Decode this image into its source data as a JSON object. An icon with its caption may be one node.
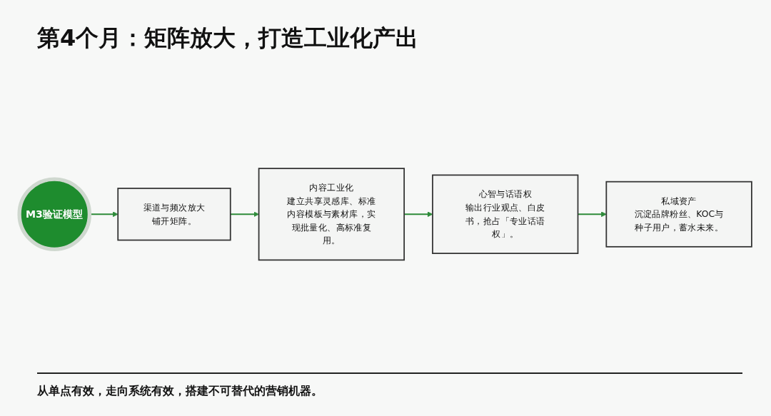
{
  "diagram": {
    "title": "第4个月：矩阵放大，打造工业化产出",
    "caption": "从单点有效，走向系统有效，搭建不可替代的营销机器。",
    "nodes": [
      {
        "text": [
          "M3验证模型"
        ]
      },
      {
        "text": [
          "渠道与频次放大",
          "铺开矩阵。"
        ]
      },
      {
        "text": [
          "内容工业化",
          "建立共享灵感库、标准内容模板与素材库，实现批量化、高标准复用。"
        ]
      },
      {
        "text": [
          "心智与话语权",
          "输出行业观点、白皮书，抢占「专业话语权」。"
        ]
      },
      {
        "text": [
          "私域资产",
          "沉淀品牌粉丝、KOC与种子用户，蓄水未来。"
        ]
      }
    ],
    "edges": [
      {
        "from": 0,
        "to": 1,
        "arrow": "to"
      },
      {
        "from": 1,
        "to": 2,
        "arrow": "to"
      },
      {
        "from": 2,
        "to": 3,
        "arrow": "to"
      },
      {
        "from": 3,
        "to": 4,
        "arrow": "to"
      }
    ]
  }
}
